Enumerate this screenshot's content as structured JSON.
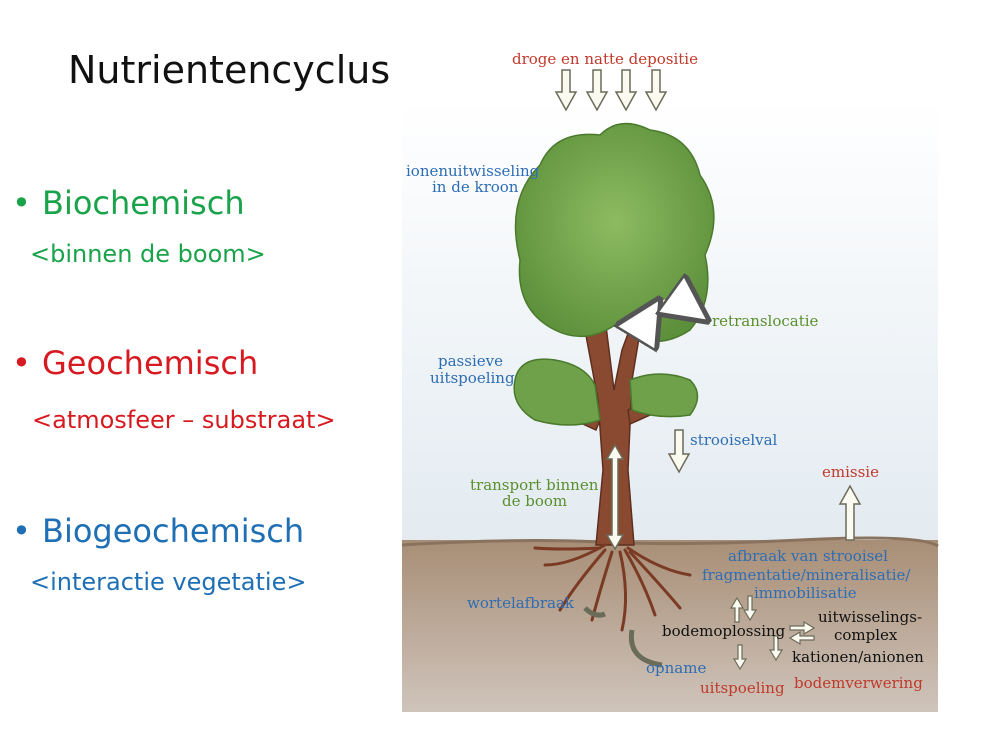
{
  "slide": {
    "title": "Nutrientencyclus",
    "bullets": [
      {
        "label": "Biochemisch",
        "sub": "<binnen de boom>",
        "color": "#1aa34a"
      },
      {
        "label": "Geochemisch",
        "sub": "<atmosfeer – substraat>",
        "color": "#d71920"
      },
      {
        "label": "Biogeochemisch",
        "sub": "<interactie vegetatie>",
        "color": "#1f6fb5"
      }
    ]
  },
  "diagram": {
    "labels": {
      "deposition": "droge en natte depositie",
      "canopy_exchange_1": "ionenuitwisseling",
      "canopy_exchange_2": "in de kroon",
      "retranslocation": "retranslocatie",
      "leaching_1": "passieve",
      "leaching_2": "uitspoeling",
      "litterfall": "strooiselval",
      "emission": "emissie",
      "transport_1": "transport binnen",
      "transport_2": "de boom",
      "decomposition_1": "afbraak van strooisel",
      "decomposition_2": "fragmentatie/mineralisatie/",
      "decomposition_3": "immobilisatie",
      "root_decay": "wortelafbraak",
      "soil_solution": "bodemoplossing",
      "exchange_complex_1": "uitwisselings-",
      "exchange_complex_2": "complex",
      "exchange_complex_3": "kationen/anionen",
      "uptake": "opname",
      "soil_leaching": "uitspoeling",
      "weathering": "bodemverwering"
    },
    "colors": {
      "red_label": "#c0392b",
      "blue_label": "#2e6db4",
      "green_label": "#5a8f2e",
      "black_label": "#111111",
      "sky": "#e6eef4",
      "soil": "#a08872",
      "crown": "#6fa14a",
      "trunk": "#8a4a32"
    }
  }
}
